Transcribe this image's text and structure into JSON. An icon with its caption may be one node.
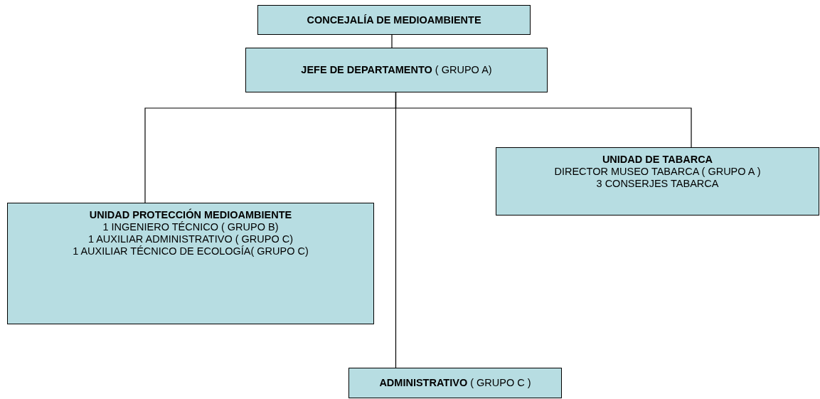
{
  "diagram": {
    "nodes": [
      {
        "text": [
          "CONCEJALÍA  DE MEDIOAMBIENTE"
        ]
      },
      {
        "text": [
          "**JEFE DE DEPARTAMENTO** ( GRUPO A)"
        ]
      },
      {
        "text": [
          "UNIDAD DE TABARCA",
          "DIRECTOR MUSEO TABARCA ( GRUPO A )",
          "3 CONSERJES TABARCA"
        ]
      },
      {
        "text": [
          "UNIDAD PROTECCIÓN MEDIOAMBIENTE",
          "1 INGENIERO TÉCNICO ( GRUPO B)",
          "1 AUXILIAR ADMINISTRATIVO ( GRUPO C)",
          "1 AUXILIAR TÉCNICO DE ECOLOGÍA( GRUPO C)"
        ]
      },
      {
        "text": [
          "**ADMINISTRATIVO** ( GRUPO C )"
        ]
      }
    ],
    "edges": [
      {
        "from": 0,
        "to": 1,
        "arrow": "none"
      },
      {
        "from": 1,
        "to": 3,
        "arrow": "none"
      },
      {
        "from": 1,
        "to": 4,
        "arrow": "none"
      },
      {
        "from": 1,
        "to": 2,
        "arrow": "none"
      }
    ]
  }
}
